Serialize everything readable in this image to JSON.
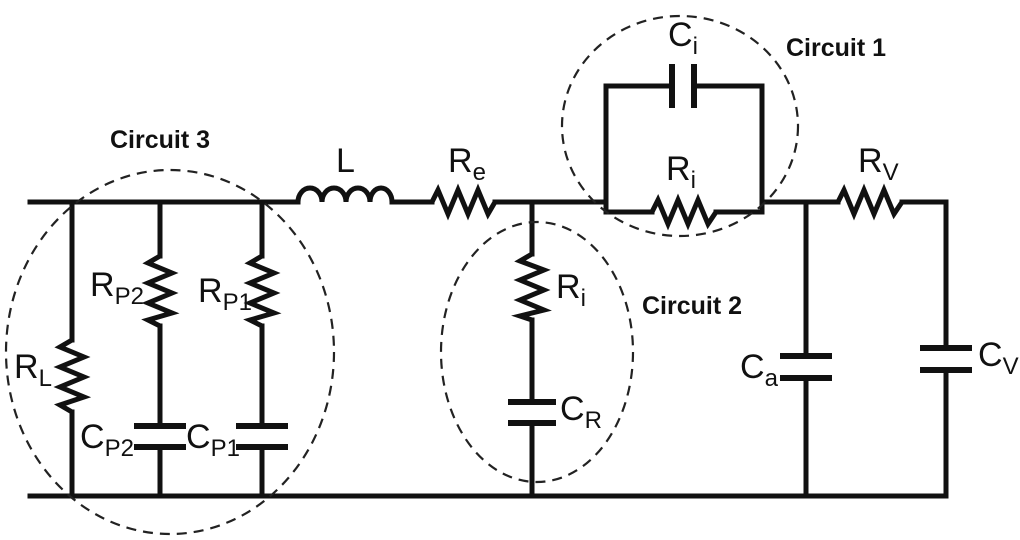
{
  "groups": {
    "circuit1": "Circuit 1",
    "circuit2": "Circuit 2",
    "circuit3": "Circuit 3"
  },
  "components": {
    "L": {
      "main": "L",
      "sub": ""
    },
    "Re": {
      "main": "R",
      "sub": "e"
    },
    "Ci": {
      "main": "C",
      "sub": "i"
    },
    "Ri1": {
      "main": "R",
      "sub": "i"
    },
    "Rv": {
      "main": "R",
      "sub": "V"
    },
    "Ri2": {
      "main": "R",
      "sub": "i"
    },
    "CR": {
      "main": "C",
      "sub": "R"
    },
    "Ca": {
      "main": "C",
      "sub": "a"
    },
    "Cv": {
      "main": "C",
      "sub": "V"
    },
    "RL": {
      "main": "R",
      "sub": "L"
    },
    "Rp2": {
      "main": "R",
      "sub": "P2"
    },
    "Rp1": {
      "main": "R",
      "sub": "P1"
    },
    "Cp2": {
      "main": "C",
      "sub": "P2"
    },
    "Cp1": {
      "main": "C",
      "sub": "P1"
    }
  }
}
